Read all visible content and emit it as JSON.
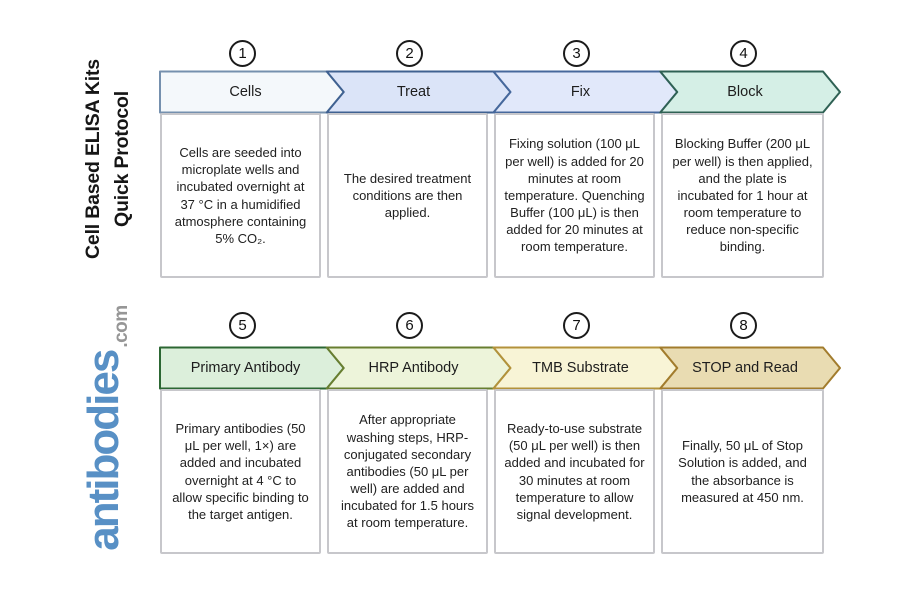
{
  "sidebar": {
    "title_line1": "Cell Based ELISA Kits",
    "title_line2": "Quick Protocol",
    "title_color": "#161616",
    "logo_text": "antibodies",
    "logo_suffix": ".com",
    "logo_color": "#5890c5",
    "logo_suffix_color": "#969696"
  },
  "rows": [
    {
      "steps": [
        {
          "number": "1",
          "label": "Cells",
          "fill": "#f4f8fb",
          "stroke": "#7590ae",
          "description": "Cells are seeded into microplate wells and incubated overnight at 37 °C in a humidified atmosphere containing 5% CO₂."
        },
        {
          "number": "2",
          "label": "Treat",
          "fill": "#dbe4f8",
          "stroke": "#3f6191",
          "description": "The desired treatment conditions are then applied."
        },
        {
          "number": "3",
          "label": "Fix",
          "fill": "#e1e8fa",
          "stroke": "#46689c",
          "description": "Fixing solution (100 μL per well) is added for 20 minutes at room temperature. Quenching Buffer (100 μL) is then added for 20 minutes at room temperature."
        },
        {
          "number": "4",
          "label": "Block",
          "fill": "#d5efe6",
          "stroke": "#2f6154",
          "description": "Blocking Buffer (200 μL per well) is then applied, and the plate is incubated for 1 hour at room temperature to reduce non-specific binding."
        }
      ]
    },
    {
      "steps": [
        {
          "number": "5",
          "label": "Primary Antibody",
          "fill": "#dcefdb",
          "stroke": "#2c6733",
          "description": "Primary antibodies (50 μL per well, 1×) are added and incubated overnight at 4 °C to allow specific binding to the target antigen."
        },
        {
          "number": "6",
          "label": "HRP Antibody",
          "fill": "#edf4da",
          "stroke": "#687e30",
          "description": "After appropriate washing steps, HRP-conjugated secondary antibodies (50 μL per well) are added and incubated for 1.5 hours at room temperature."
        },
        {
          "number": "7",
          "label": "TMB Substrate",
          "fill": "#f8f4d6",
          "stroke": "#b3923b",
          "description": "Ready-to-use substrate (50 μL per well) is then added and incubated for 30 minutes at room temperature to allow signal development."
        },
        {
          "number": "8",
          "label": "STOP and Read",
          "fill": "#e9dcb2",
          "stroke": "#a27c2d",
          "description": "Finally, 50 μL of Stop Solution is added, and the absorbance is measured at 450 nm."
        }
      ]
    }
  ]
}
